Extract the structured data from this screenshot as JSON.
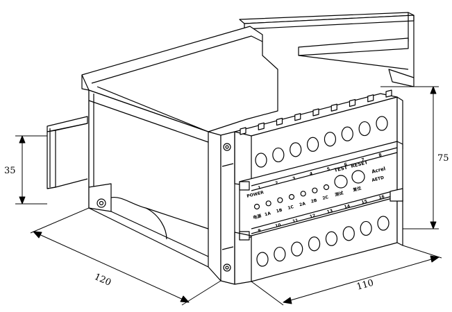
{
  "dimensions": {
    "height_left": "35",
    "height_right": "75",
    "depth": "120",
    "width": "110"
  },
  "front_panel": {
    "power_label": "POWER",
    "test_label": "TEST",
    "reset_label": "RESET",
    "brand": "Acrel",
    "model": "AETD",
    "test_sub": "测试",
    "reset_sub": "复位",
    "indicator_labels": [
      "电源",
      "1A",
      "1B",
      "1C",
      "2A",
      "2B",
      "2C"
    ],
    "top_terminal_numbers": [
      "1",
      "2",
      "3",
      "4",
      "5",
      "6",
      "7",
      "8"
    ],
    "bottom_terminal_numbers": [
      "9",
      "10",
      "11",
      "12",
      "13",
      "14",
      "15",
      "16"
    ]
  }
}
